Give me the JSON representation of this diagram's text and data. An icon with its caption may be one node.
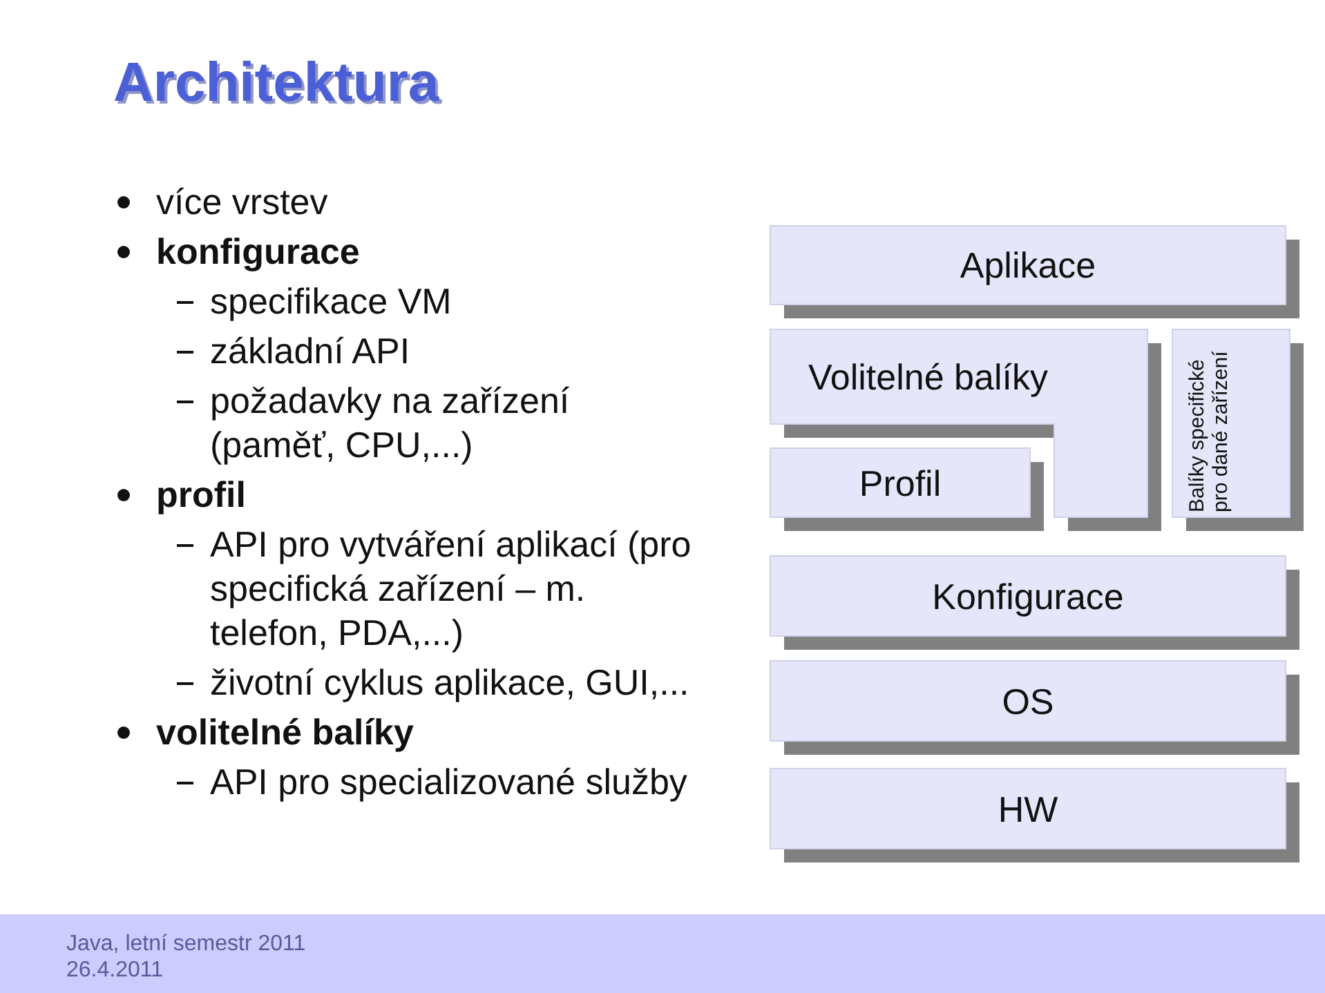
{
  "diagram": {
    "title": "Architektura",
    "nodes": [
      {
        "text": [
          "Aplikace"
        ]
      },
      {
        "text": [
          "Volitelné balíky"
        ]
      },
      {
        "text": [
          "Profil"
        ]
      },
      {
        "text": [
          "Balíky specifické pro dané zařízení"
        ]
      },
      {
        "text": [
          "Konfigurace"
        ]
      },
      {
        "text": [
          "OS"
        ]
      },
      {
        "text": [
          "HW"
        ]
      }
    ],
    "labels": [
      "více vrstev",
      "konfigurace",
      "specifikace VM",
      "základní API",
      "požadavky na zařízení (paměť, CPU,...)",
      "profil",
      "API pro vytváření aplikací (pro specifická zařízení – m. telefon, PDA,...)",
      "životní cyklus aplikace, GUI,...",
      "volitelné balíky",
      "API pro specializované služby",
      "Java, letní semestr 2011",
      "26.4.2011"
    ]
  }
}
